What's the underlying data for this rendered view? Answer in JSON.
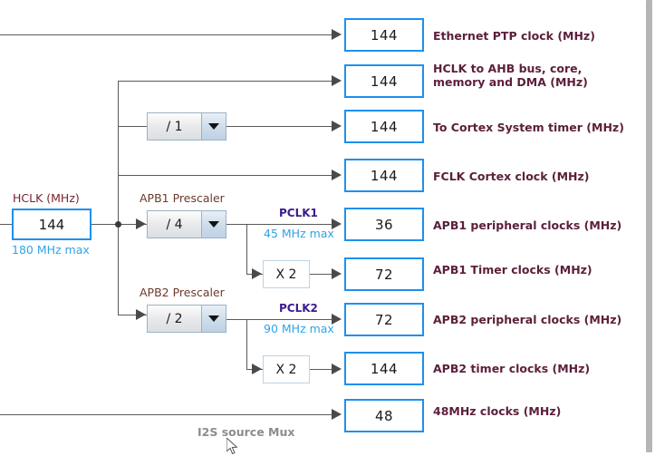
{
  "diagram": {
    "source": {
      "title": "HCLK (MHz)",
      "value": "144",
      "max_note": "180 MHz max"
    },
    "prescalers": [
      {
        "name": "cortex-sys-timer-prescaler",
        "title": "",
        "value": "/ 1"
      },
      {
        "name": "apb1-prescaler",
        "title": "APB1 Prescaler",
        "value": "/ 4"
      },
      {
        "name": "apb2-prescaler",
        "title": "APB2 Prescaler",
        "value": "/ 2"
      }
    ],
    "multipliers": [
      {
        "name": "apb1-timer-multiplier",
        "value": "X 2"
      },
      {
        "name": "apb2-timer-multiplier",
        "value": "X 2"
      }
    ],
    "bus_labels": [
      {
        "name": "pclk1",
        "label": "PCLK1",
        "max_note": "45 MHz max"
      },
      {
        "name": "pclk2",
        "label": "PCLK2",
        "max_note": "90 MHz max"
      }
    ],
    "mux_label": "I2S source Mux",
    "outputs": [
      {
        "name": "ethernet-ptp-clock",
        "value": "144",
        "label": "Ethernet PTP clock (MHz)"
      },
      {
        "name": "hclk-ahb-core-memory-dma",
        "value": "144",
        "label": "HCLK to AHB bus, core,\nmemory and DMA (MHz)"
      },
      {
        "name": "cortex-system-timer",
        "value": "144",
        "label": "To Cortex System timer (MHz)"
      },
      {
        "name": "fclk-cortex-clock",
        "value": "144",
        "label": "FCLK Cortex clock (MHz)"
      },
      {
        "name": "apb1-peripheral-clocks",
        "value": "36",
        "label": "APB1 peripheral clocks (MHz)"
      },
      {
        "name": "apb1-timer-clocks",
        "value": "72",
        "label": "APB1 Timer clocks (MHz)"
      },
      {
        "name": "apb2-peripheral-clocks",
        "value": "72",
        "label": "APB2 peripheral clocks (MHz)"
      },
      {
        "name": "apb2-timer-clocks",
        "value": "144",
        "label": "APB2 timer clocks (MHz)"
      },
      {
        "name": "48mhz-clocks",
        "value": "48",
        "label": "48MHz clocks (MHz)"
      }
    ],
    "colors": {
      "box_border": "#1e90ef",
      "wire": "#5a5a5a",
      "label_text": "#5c1f3a",
      "max_note": "#2fa4e7",
      "pclk": "#3b1b8f",
      "mux": "#8c8c8c"
    }
  }
}
